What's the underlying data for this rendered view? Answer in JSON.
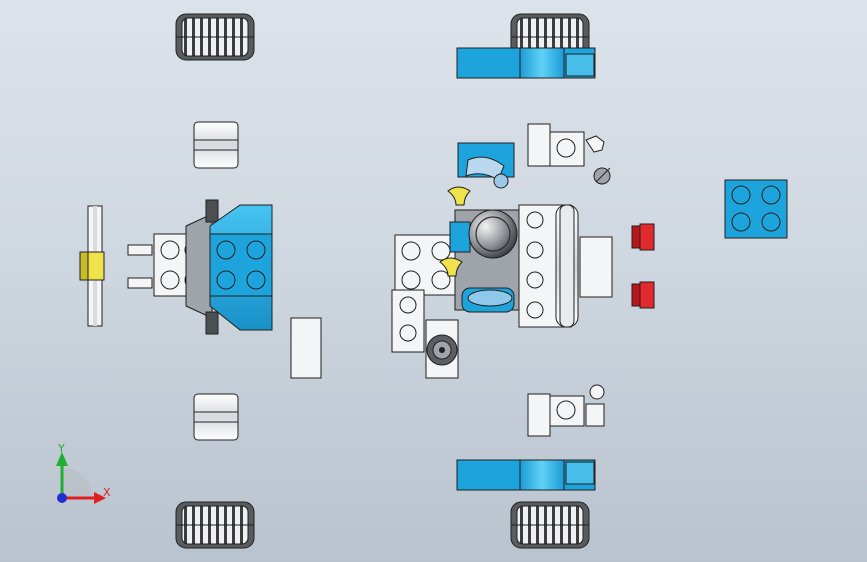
{
  "viewport": {
    "name": "cad-graphics-viewport",
    "background": [
      "#dde3ea",
      "#b9c3ce"
    ]
  },
  "colors": {
    "blue_brick": "#1ea4dc",
    "blue_brick_dark": "#1479a8",
    "white_brick": "#f4f5f6",
    "gray_part": "#9ea4aa",
    "dark_part": "#4c5054",
    "tire": "#5a5e62",
    "yellow_part": "#f0e24a",
    "red_part": "#e2292c",
    "outline": "#202020"
  },
  "triad": {
    "x_label": "X",
    "y_label": "Y",
    "x_color": "#e02020",
    "y_color": "#20b030",
    "z_color": "#2030d0"
  }
}
